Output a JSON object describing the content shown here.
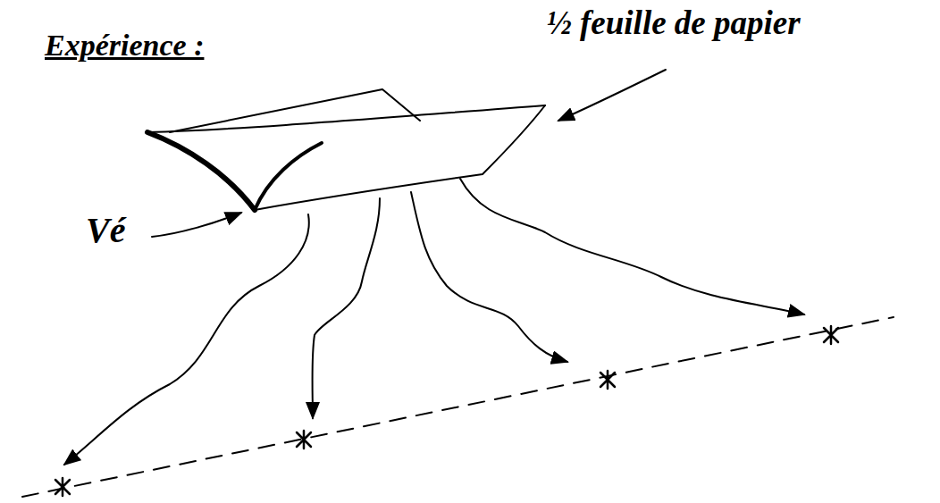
{
  "diagram": {
    "title": "Expérience :",
    "labels": [
      "½ feuille de papier",
      "Vé"
    ]
  }
}
